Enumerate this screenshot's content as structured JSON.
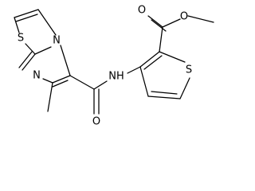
{
  "structure": {
    "atom_labels": {
      "s_thiazole": "S",
      "n_imidazole": "N",
      "n_bridge": "N",
      "amide_nh": "NH",
      "amide_o": "O",
      "ester_o_carbonyl": "O",
      "ester_o_methoxy": "O",
      "s_thiophene": "S"
    }
  }
}
